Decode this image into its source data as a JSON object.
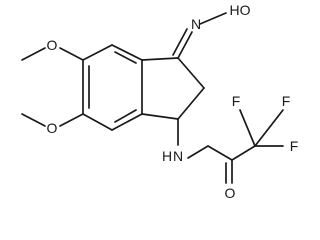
{
  "molecule": {
    "atoms": {
      "oxime_hydroxyl": "HO",
      "oxime_nitrogen": "N",
      "methoxy_oxygen_top": "O",
      "methoxy_oxygen_bottom": "O",
      "amide_nitrogen": "N",
      "amide_hydrogen": "H",
      "carbonyl_oxygen": "O",
      "fluorine_1": "F",
      "fluorine_2": "F",
      "fluorine_3": "F"
    }
  }
}
